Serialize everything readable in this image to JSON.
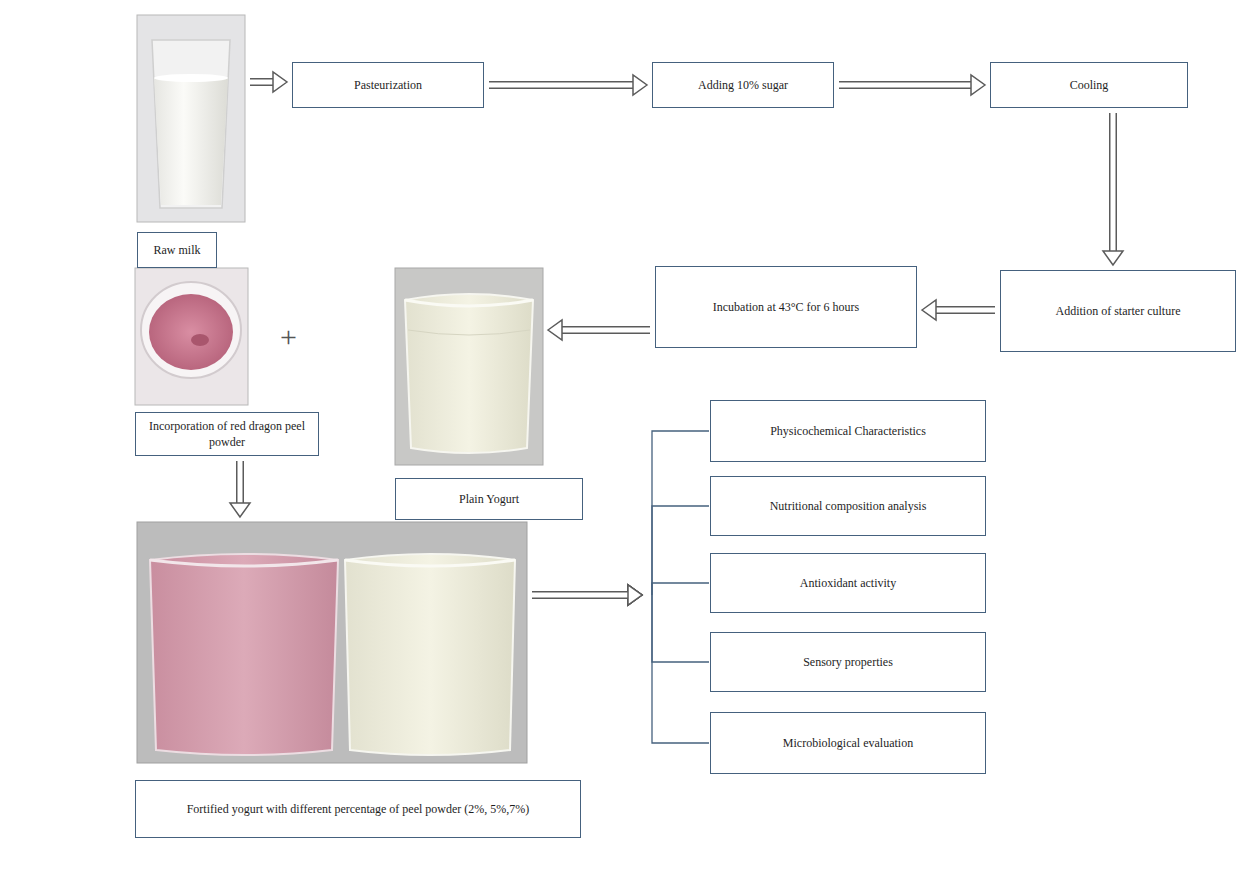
{
  "diagram": {
    "nodes": [
      {
        "text": [
          "Raw milk"
        ]
      },
      {
        "text": [
          "Pasteurization"
        ]
      },
      {
        "text": [
          "Adding 10% sugar"
        ]
      },
      {
        "text": [
          "Cooling"
        ]
      },
      {
        "text": [
          "Addition of starter culture"
        ]
      },
      {
        "text": [
          "Incubation at 43°C for 6 hours"
        ]
      },
      {
        "text": [
          "Incorporation of red dragon peel powder"
        ]
      },
      {
        "text": [
          "Plain Yogurt"
        ]
      },
      {
        "text": [
          "Fortified yogurt with different percentage of peel powder (2%, 5%,7%)"
        ]
      },
      {
        "text": [
          "Physicochemical Characteristics"
        ]
      },
      {
        "text": [
          "Nutritional composition analysis"
        ]
      },
      {
        "text": [
          "Antioxidant activity"
        ]
      },
      {
        "text": [
          "Sensory properties"
        ]
      },
      {
        "text": [
          "Microbiological evaluation"
        ]
      }
    ],
    "edges": [
      {
        "from": 0,
        "to": 1,
        "arrow": "to"
      },
      {
        "from": 1,
        "to": 2,
        "arrow": "to"
      },
      {
        "from": 2,
        "to": 3,
        "arrow": "to"
      },
      {
        "from": 3,
        "to": 4,
        "arrow": "to"
      },
      {
        "from": 4,
        "to": 5,
        "arrow": "to"
      },
      {
        "from": 5,
        "to": 7,
        "arrow": "to"
      },
      {
        "from": 6,
        "to": 8,
        "arrow": "to"
      },
      {
        "from": 8,
        "to": 9,
        "arrow": "to"
      },
      {
        "from": 8,
        "to": 10,
        "arrow": "to"
      },
      {
        "from": 8,
        "to": 11,
        "arrow": "to"
      },
      {
        "from": 8,
        "to": 12,
        "arrow": "to"
      },
      {
        "from": 8,
        "to": 13,
        "arrow": "to"
      }
    ],
    "labels": [
      "+"
    ]
  }
}
